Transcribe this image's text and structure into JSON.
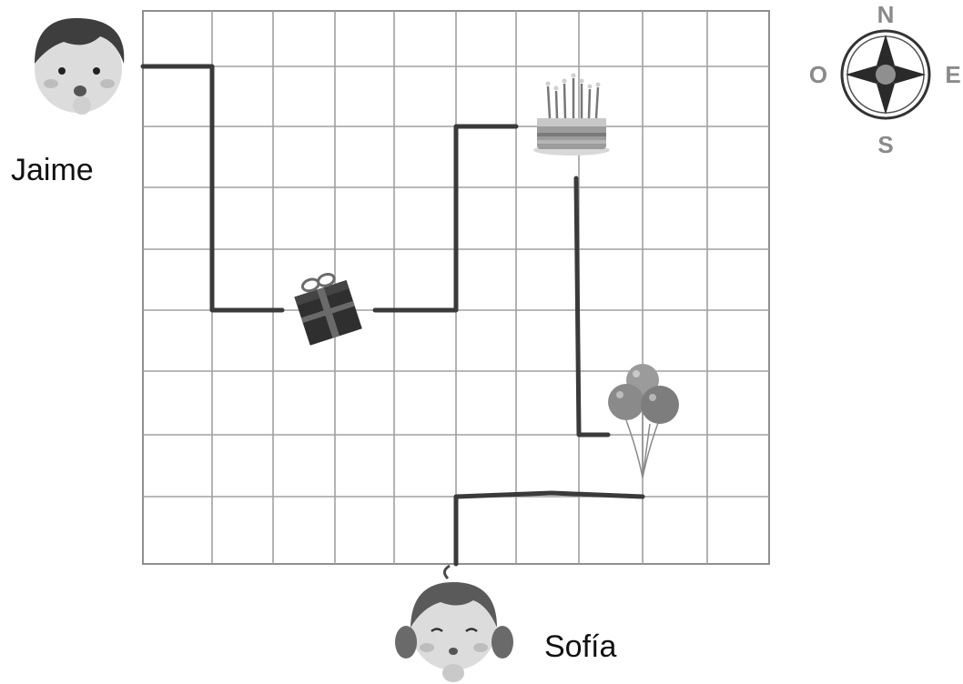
{
  "characters": {
    "jaime": {
      "name": "Jaime"
    },
    "sofia": {
      "name": "Sofía"
    }
  },
  "compass": {
    "north": "N",
    "south": "S",
    "east": "E",
    "west": "O"
  },
  "grid": {
    "columns": 10,
    "rows": 9
  },
  "items": [
    {
      "name": "gift-icon"
    },
    {
      "name": "cake-icon"
    },
    {
      "name": "balloons-icon"
    }
  ],
  "colors": {
    "grid_line": "#8f8f8f",
    "path_line": "#3a3a3a",
    "gift": "#2f2f2f",
    "balloon": "#8d8d8d"
  }
}
